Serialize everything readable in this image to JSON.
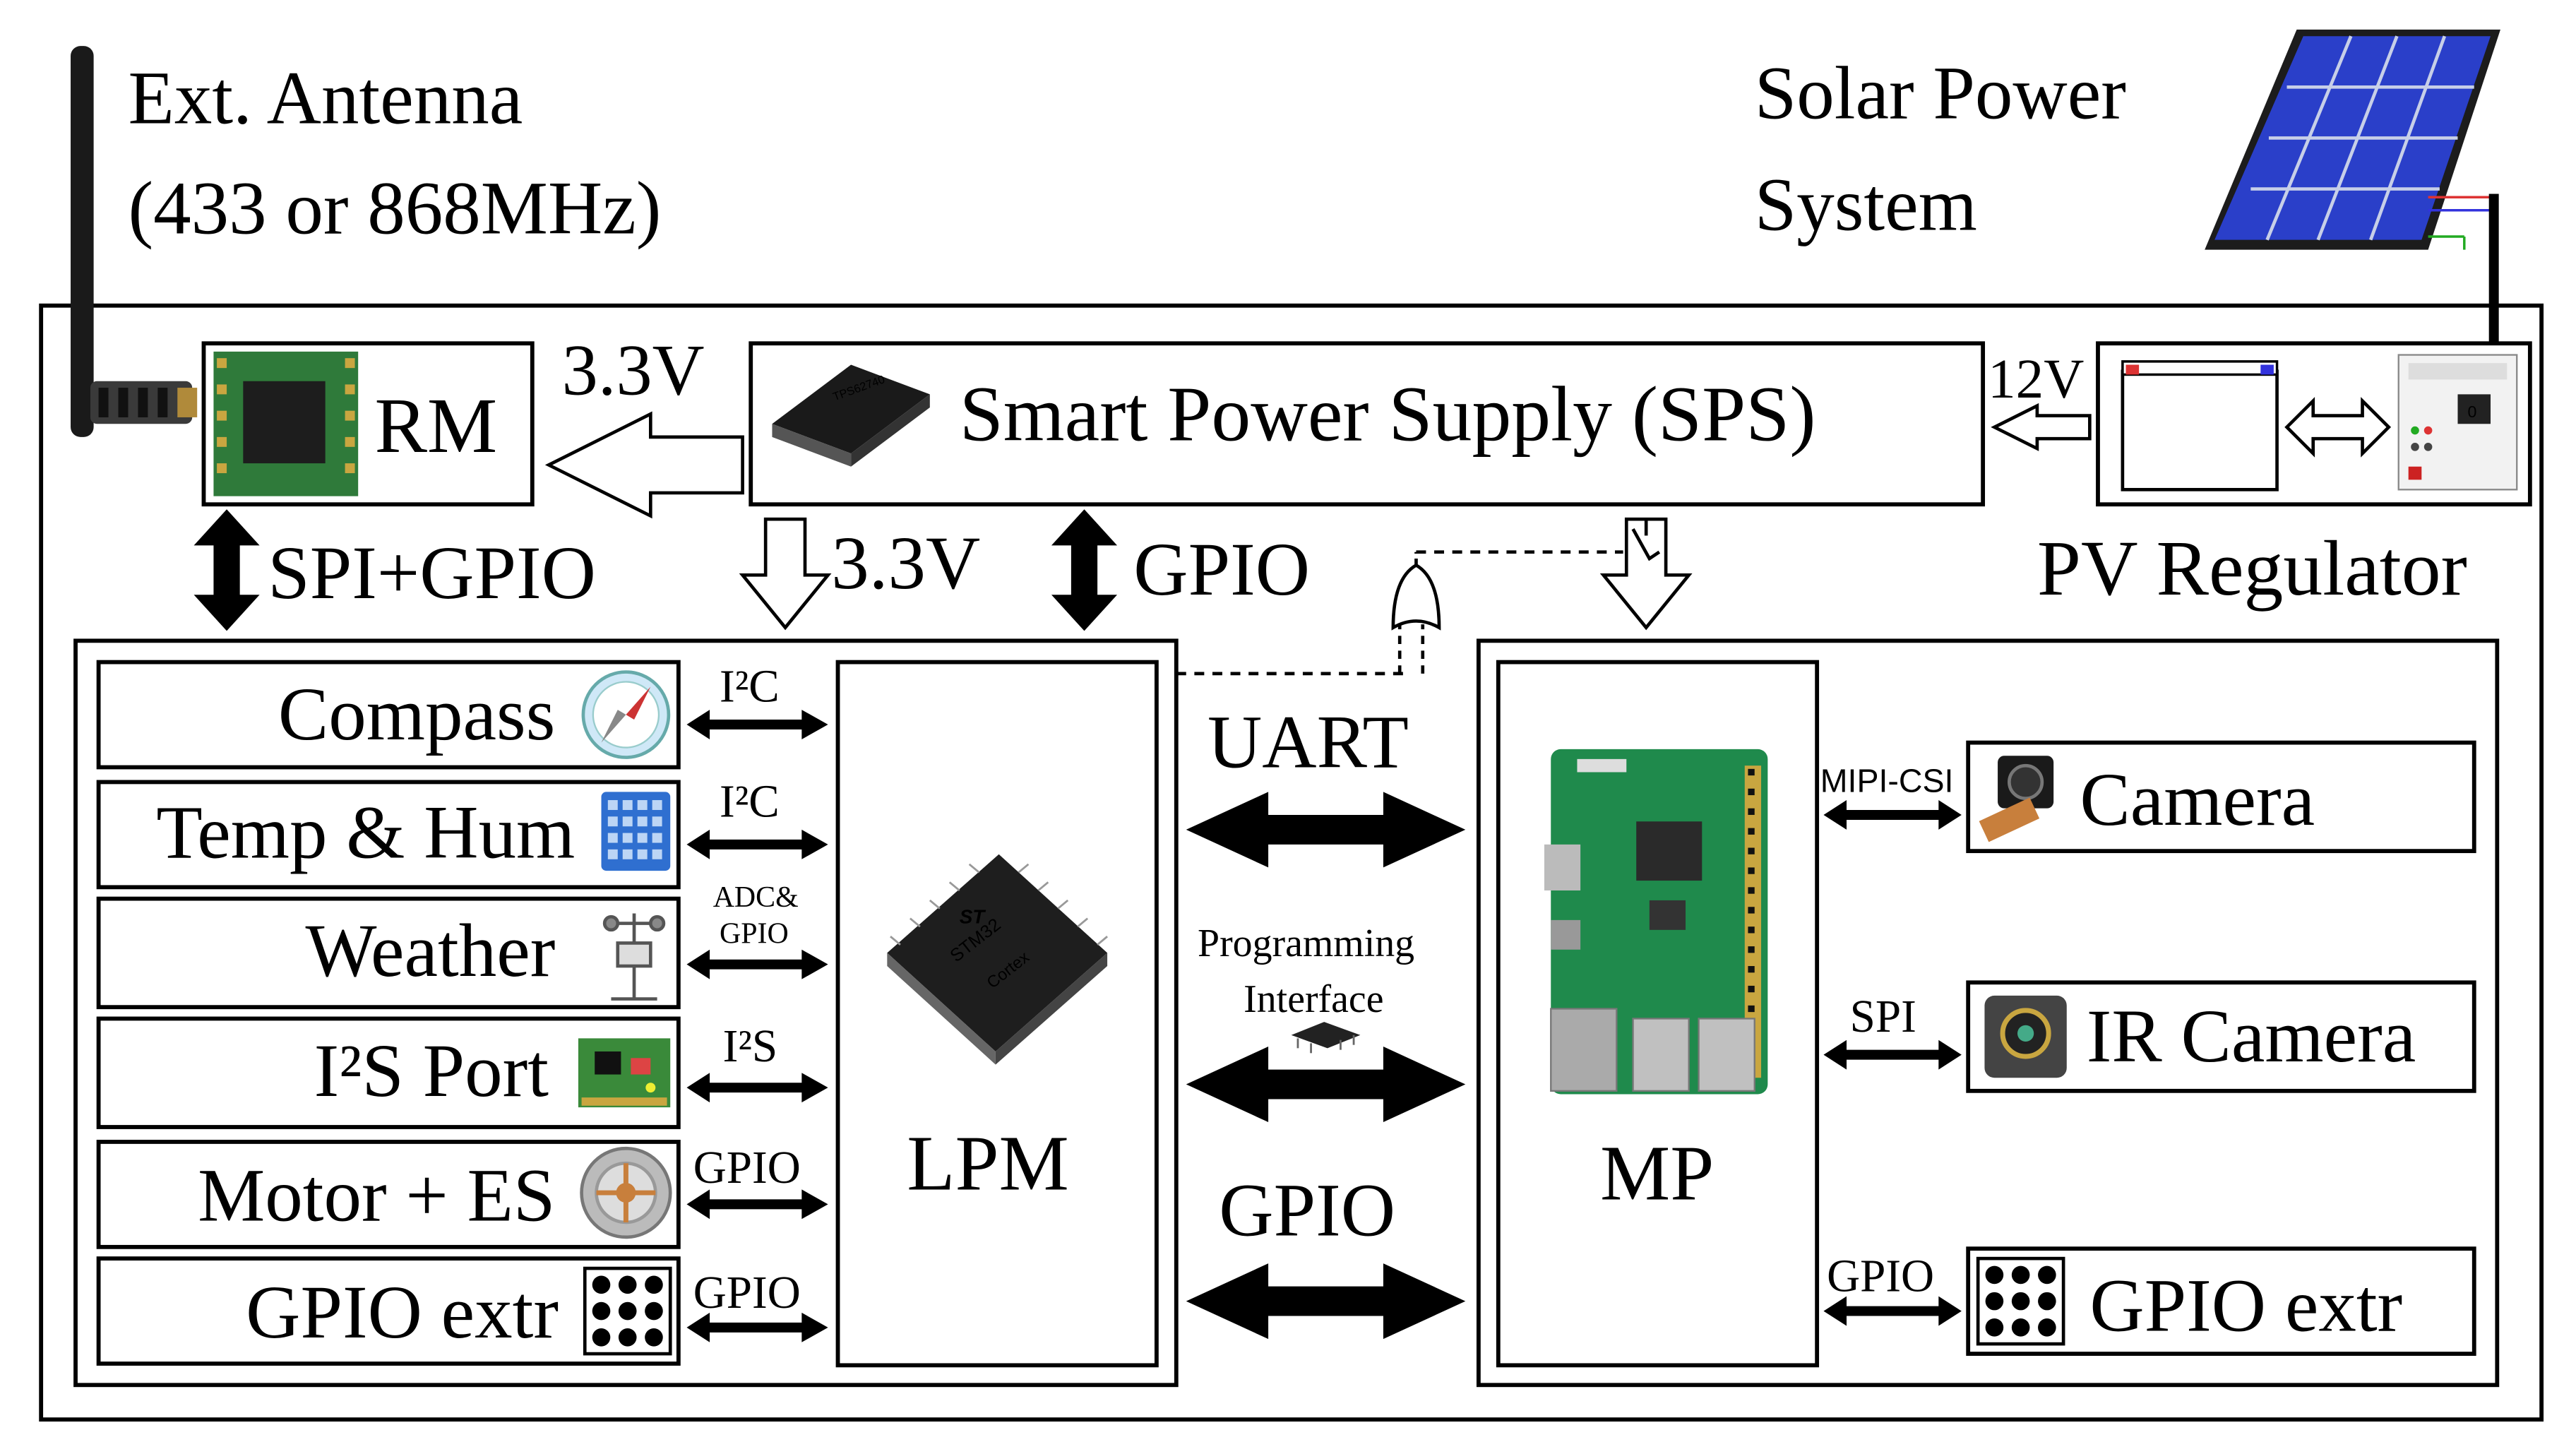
{
  "header": {
    "antenna_line1": "Ext. Antenna",
    "antenna_line2": "(433 or 868MHz)",
    "solar_line1": "Solar Power",
    "solar_line2": "System"
  },
  "blocks": {
    "rm": "RM",
    "sps": "Smart Power Supply (SPS)",
    "pv_regulator": "PV Regulator",
    "lpm": "LPM",
    "mp": "MP"
  },
  "links": {
    "sps_to_rm": "3.3V",
    "pv_to_sps": "12V",
    "rm_lpm": "SPI+GPIO",
    "sps_to_lpm": "3.3V",
    "sps_lpm": "GPIO",
    "uart": "UART",
    "programming_line1": "Programming",
    "programming_line2": "Interface",
    "gpio_mid": "GPIO"
  },
  "peripherals_left": [
    {
      "label": "Compass",
      "bus": "I²C",
      "icon": "compass-icon"
    },
    {
      "label": "Temp & Hum",
      "bus": "I²C",
      "icon": "sensor-grid-icon"
    },
    {
      "label": "Weather",
      "bus_line1": "ADC&",
      "bus_line2": "GPIO",
      "icon": "weather-station-icon"
    },
    {
      "label": "I²S Port",
      "bus": "I²S",
      "icon": "circuit-board-icon"
    },
    {
      "label": "Motor + ES",
      "bus": "GPIO",
      "icon": "motor-icon"
    },
    {
      "label": "GPIO extr",
      "bus": "GPIO",
      "icon": "gpio-dots-icon"
    }
  ],
  "peripherals_right": [
    {
      "label": "Camera",
      "bus": "MIPI-CSI",
      "icon": "camera-module-icon"
    },
    {
      "label": "IR Camera",
      "bus": "SPI",
      "icon": "ir-camera-icon"
    },
    {
      "label": "GPIO extr",
      "bus": "GPIO",
      "icon": "gpio-dots-icon"
    }
  ],
  "chip_labels": {
    "stm_brand": "ST",
    "stm_model": "STM32",
    "stm_core": "Cortex",
    "ti_model": "TPS62740"
  },
  "colors": {
    "line": "#000000",
    "solar_panel": "#2a3fc9",
    "pcb_green": "#2f7a3a",
    "board_green": "#1f8a4c"
  }
}
